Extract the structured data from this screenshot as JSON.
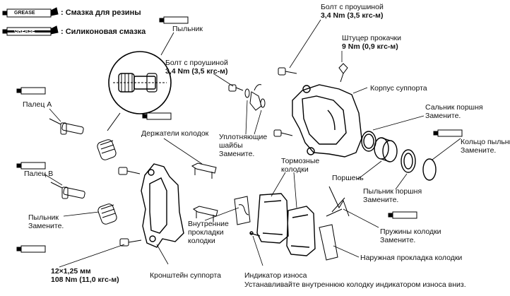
{
  "legend": {
    "rubber_grease": ": Смазка для резины",
    "silicone_grease": ": Силиконовая смазка",
    "tube_text": "GREASE"
  },
  "labels": {
    "boot_top": "Пыльник",
    "bolt_top_line1": "Болт с проушиной",
    "bolt_top_line2": "3,4 Nm (3,5 кгс-м)",
    "bleeder_line1": "Штуцер прокачки",
    "bleeder_line2": "9 Nm (0,9 кгс-м)",
    "bolt_mid_line1": "Болт с проушиной",
    "bolt_mid_line2": "3,4 Nm (3,5 кгс-м)",
    "caliper_body": "Корпус суппорта",
    "pin_a": "Палец A",
    "pad_retainers": "Держатели колодок",
    "seal_line1": "Сальник поршня",
    "seal_line2": "Замените.",
    "ring_line1": "Кольцо пыльника",
    "ring_line2": "Замените.",
    "washers_line1": "Уплотняющие",
    "washers_line2": "шайбы",
    "washers_line3": "Замените.",
    "pads_line1": "Тормозные",
    "pads_line2": "колодки",
    "pin_b": "Палец B",
    "piston": "Поршень",
    "piston_boot_line1": "Пыльник поршня",
    "piston_boot_line2": "Замените.",
    "boot_left_line1": "Пыльник",
    "boot_left_line2": "Замените.",
    "inner_shims_line1": "Внутренние",
    "inner_shims_line2": "прокладки",
    "inner_shims_line3": "колодки",
    "springs_line1": "Пружины колодки",
    "springs_line2": "Замените.",
    "outer_shim": "Наружная прокладка колодки",
    "bracket_bolt_line1": "12×1,25 мм",
    "bracket_bolt_line2": "108 Nm (11,0 кгс-м)",
    "bracket": "Кронштейн суппорта",
    "wear_indicator": "Индикатор износа",
    "install_note": "Устанавливайте внутреннюю колодку индикатором износа вниз."
  }
}
